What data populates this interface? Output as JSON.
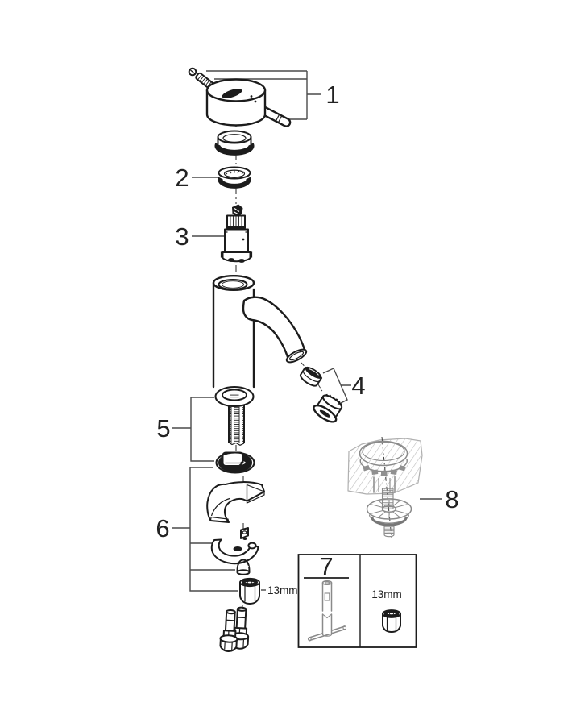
{
  "diagram": {
    "type": "exploded-parts-diagram",
    "colors": {
      "bg": "#ffffff",
      "line": "#1c1c1c",
      "leader": "#4a4a4a",
      "muted": "#8a8a8a",
      "hatch": "#bdbdbd",
      "text": "#222222"
    },
    "callouts": [
      {
        "label": "1"
      },
      {
        "label": "2"
      },
      {
        "label": "3"
      },
      {
        "label": "4"
      },
      {
        "label": "5"
      },
      {
        "label": "6"
      },
      {
        "label": "7"
      },
      {
        "label": "8"
      }
    ],
    "size_labels": {
      "inline": "13mm",
      "toolbox": "13mm"
    }
  }
}
